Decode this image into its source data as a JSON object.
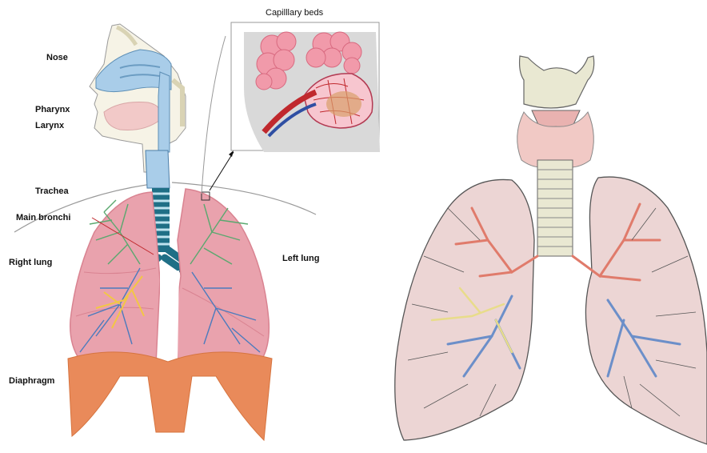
{
  "labels": {
    "nose": "Nose",
    "pharynx": "Pharynx",
    "larynx": "Larynx",
    "trachea": "Trachea",
    "main_bronchi": "Main bronchi",
    "right_lung": "Right lung",
    "left_lung": "Left lung",
    "diaphragm": "Diaphragm",
    "capillary_beds": "Capilllary beds"
  },
  "colors": {
    "lung_pink": "#e9a2ad",
    "lung_pink_dark": "#d98391",
    "diaphragm": "#e98a5a",
    "airway_blue": "#a9cde9",
    "trachea_teal": "#1f6f86",
    "bronchi_green": "#5aa86f",
    "bronchi_blue": "#4c7bbd",
    "bronchi_yellow": "#f2c744",
    "alveoli_pink": "#f19aaa",
    "right_fig_lung": "#ecd5d4",
    "right_fig_thyroid": "#f1c9c5",
    "right_fig_cartilage": "#e9e8d2",
    "right_fig_artery": "#e07b6b",
    "right_fig_vein": "#6c8fc9",
    "right_fig_lymph": "#e8dc8a"
  }
}
